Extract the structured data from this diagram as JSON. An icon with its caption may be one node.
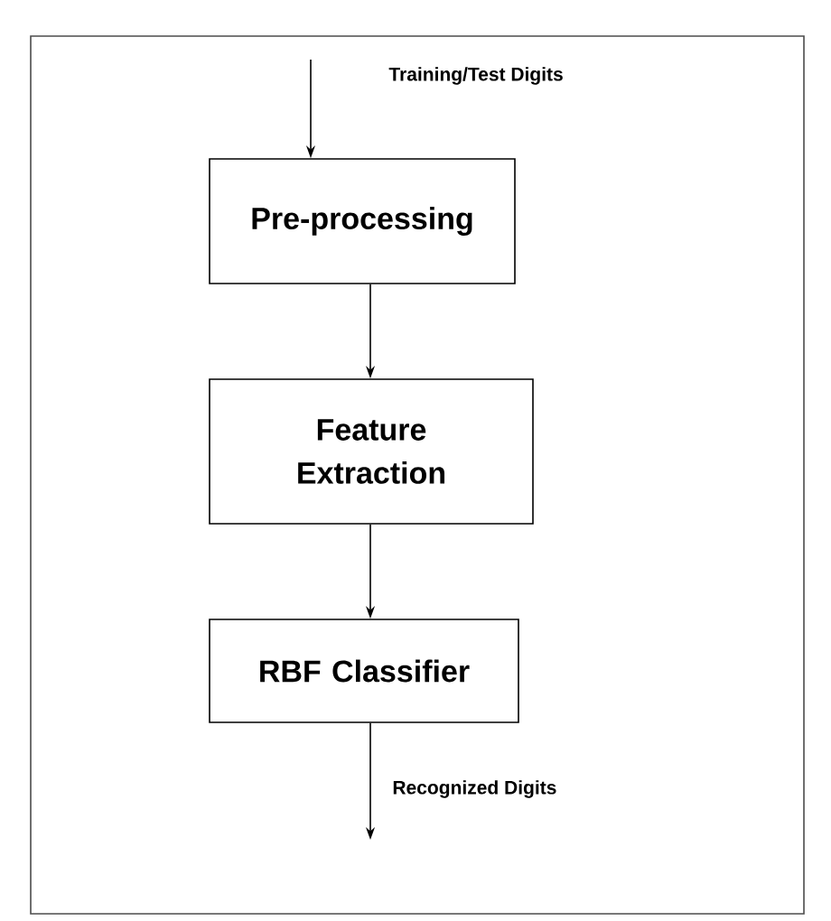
{
  "diagram": {
    "nodes": [
      {
        "text": [
          "Pre-processing"
        ]
      },
      {
        "text": [
          "Feature Extraction"
        ]
      },
      {
        "text": [
          "RBF Classifier"
        ]
      }
    ],
    "edges": [
      {
        "from": null,
        "to": 0,
        "arrow": "to",
        "label": "Training/Test Digits"
      },
      {
        "from": 0,
        "to": 1,
        "arrow": "to"
      },
      {
        "from": 1,
        "to": 2,
        "arrow": "to"
      },
      {
        "from": 2,
        "to": null,
        "arrow": "to",
        "label": "Recognized Digits"
      }
    ]
  }
}
